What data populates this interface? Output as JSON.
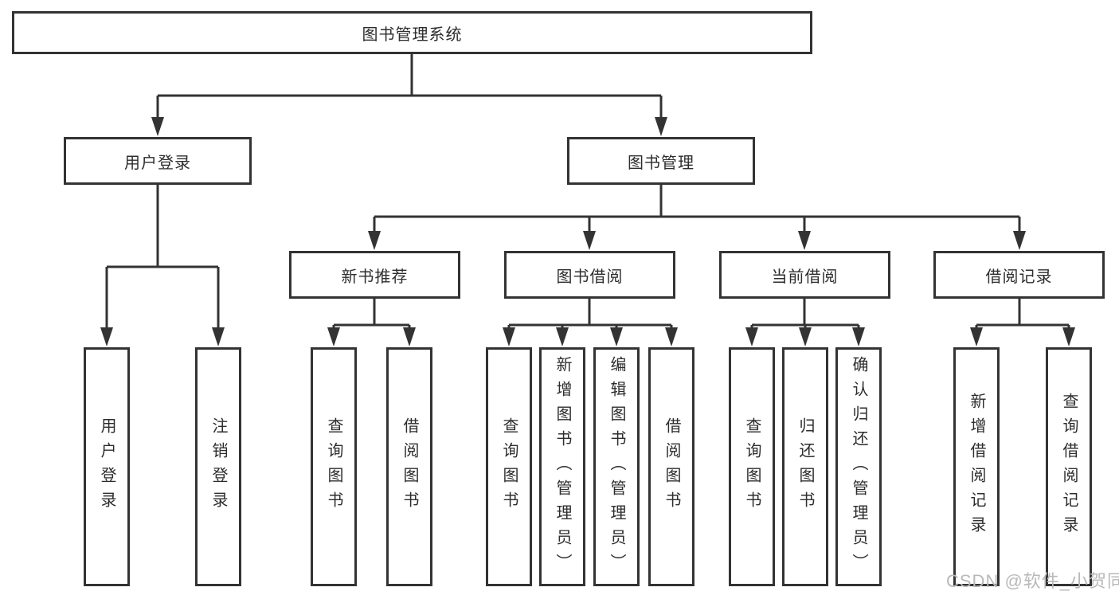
{
  "diagram": {
    "title": "图书管理系统",
    "watermark": "CSDN @软件_小贺同学",
    "colors": {
      "background": "#ffffff",
      "line": "#333333",
      "box_border": "#333333",
      "text": "#2d2d2d",
      "watermark": "#b9b9b9"
    },
    "root": {
      "label": "图书管理系统"
    },
    "level2": [
      {
        "label": "用户登录"
      },
      {
        "label": "图书管理"
      }
    ],
    "level3": [
      {
        "label": "新书推荐"
      },
      {
        "label": "图书借阅"
      },
      {
        "label": "当前借阅"
      },
      {
        "label": "借阅记录"
      }
    ],
    "leaves": {
      "user_login": [
        "用户登录",
        "注销登录"
      ],
      "new_books": [
        "查询图书",
        "借阅图书"
      ],
      "book_borrow": [
        "查询图书",
        "新增图书（管理员）",
        "编辑图书（管理员）",
        "借阅图书"
      ],
      "current_borrow": [
        "查询图书",
        "归还图书",
        "确认归还（管理员）"
      ],
      "borrow_records": [
        "新增借阅记录",
        "查询借阅记录"
      ]
    }
  }
}
